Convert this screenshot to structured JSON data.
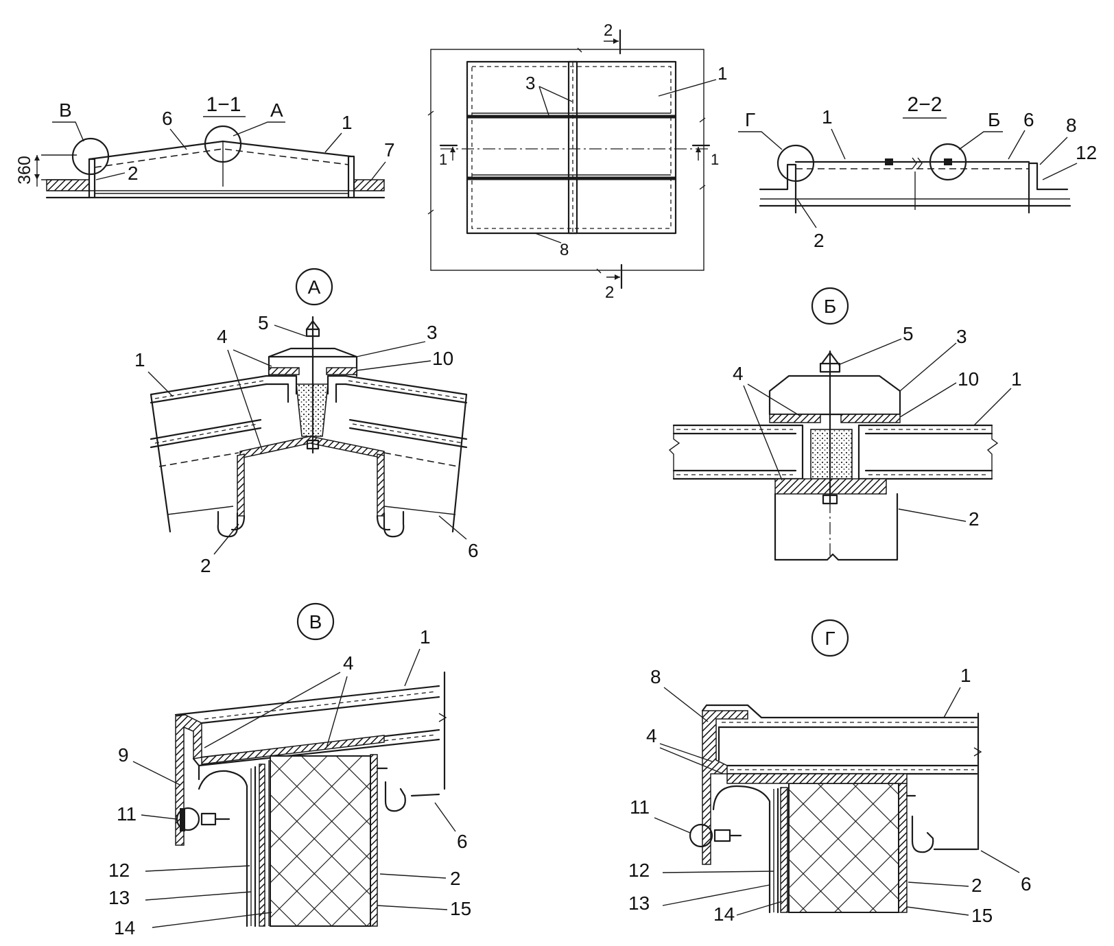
{
  "section_labels": {
    "s11": "1−1",
    "s22": "2−2",
    "cut1": "1",
    "cut2": "2",
    "dim360": "360"
  },
  "node_markers": {
    "A": "А",
    "B": "Б",
    "V": "В",
    "G": "Г"
  },
  "callouts": {
    "n1": "1",
    "n2": "2",
    "n3": "3",
    "n4": "4",
    "n5": "5",
    "n6": "6",
    "n7": "7",
    "n8": "8",
    "n9": "9",
    "n10": "10",
    "n11": "11",
    "n12": "12",
    "n13": "13",
    "n14": "14",
    "n15": "15"
  }
}
